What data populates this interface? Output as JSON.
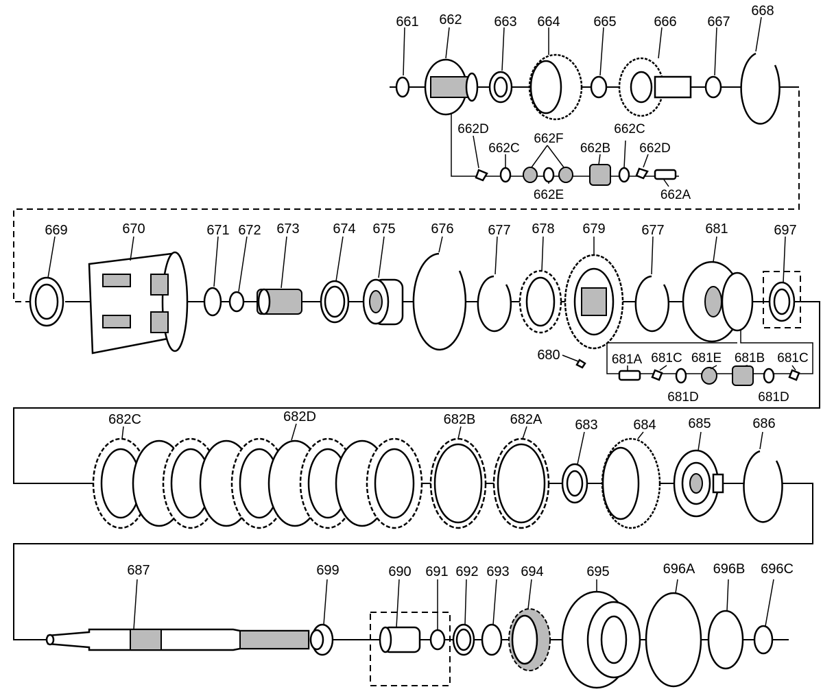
{
  "row1": {
    "labels": [
      "661",
      "662",
      "663",
      "664",
      "665",
      "666",
      "667",
      "668"
    ],
    "sub_labels": [
      "662D",
      "662C",
      "662F",
      "662B",
      "662C",
      "662D",
      "662E",
      "662A"
    ]
  },
  "row2": {
    "labels": [
      "669",
      "670",
      "671",
      "672",
      "673",
      "674",
      "675",
      "676",
      "677",
      "678",
      "679",
      "677",
      "681",
      "697",
      "680"
    ],
    "sub_labels": [
      "681A",
      "681C",
      "681E",
      "681B",
      "681C",
      "681D",
      "681D"
    ]
  },
  "row3": {
    "labels": [
      "682C",
      "682D",
      "682B",
      "682A",
      "683",
      "684",
      "685",
      "686"
    ]
  },
  "row4": {
    "labels": [
      "687",
      "699",
      "690",
      "691",
      "692",
      "693",
      "694",
      "695",
      "696A",
      "696B",
      "696C"
    ]
  }
}
